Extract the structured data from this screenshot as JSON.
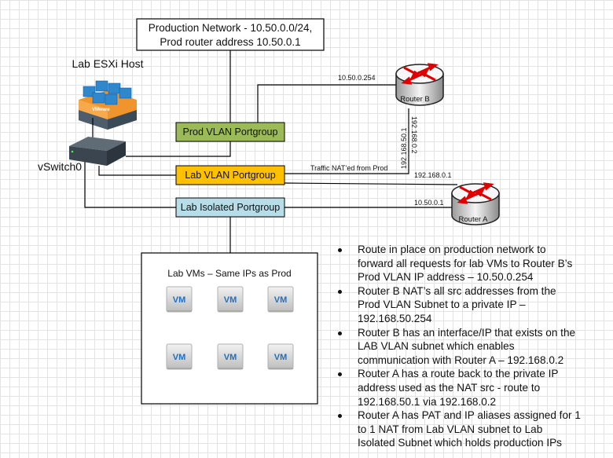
{
  "production_box": {
    "line1": "Production Network - 10.50.0.0/24,",
    "line2": "Prod router address 10.50.0.1"
  },
  "esxi_host": {
    "label": "Lab ESXi Host",
    "icon": "vmware-esxi-host-icon",
    "brand": "VMware"
  },
  "vswitch": {
    "label": "vSwitch0",
    "icon": "network-switch-icon"
  },
  "portgroups": {
    "prod": {
      "label": "Prod VLAN Portgroup",
      "color": "#9bbb59"
    },
    "lab": {
      "label": "Lab VLAN Portgroup",
      "color": "#ffc000"
    },
    "isolated": {
      "label": "Lab Isolated Portgroup",
      "color": "#b7dde8"
    }
  },
  "routers": {
    "b": {
      "label": "Router B",
      "ip_prod": "10.50.0.254",
      "ip_nat": "192.168.50.1",
      "ip_lab": "192.168.0.2"
    },
    "a": {
      "label": "Router A",
      "ip_lab": "192.168.0.1",
      "ip_isolated": "10.50.0.1"
    }
  },
  "link_labels": {
    "nat_traffic": "Traffic NAT’ed from Prod"
  },
  "vms_box": {
    "title": "Lab VMs – Same IPs as Prod",
    "vm_label": "VM",
    "vm_count": 6
  },
  "notes": [
    {
      "lines": [
        "Route in place on production network to",
        "forward all requests for lab VMs to Router B’s",
        "Prod VLAN IP address – 10.50.0.254"
      ]
    },
    {
      "lines": [
        "Router B NAT’s all src addresses from the",
        "Prod VLAN Subnet to a private IP –",
        "192.168.50.254"
      ]
    },
    {
      "lines": [
        "Router B has an interface/IP that exists on the",
        "LAB VLAN subnet which enables",
        "communication with Router A – 192.168.0.2"
      ]
    },
    {
      "lines": [
        "Router A has a route back to the private IP",
        "address used as the NAT src - route to",
        "192.168.50.1 via 192.168.0.2"
      ]
    },
    {
      "lines": [
        "Router A has PAT and IP aliases assigned for 1",
        "to 1 NAT from Lab VLAN subnet to Lab",
        "Isolated Subnet which holds production IPs"
      ]
    }
  ]
}
